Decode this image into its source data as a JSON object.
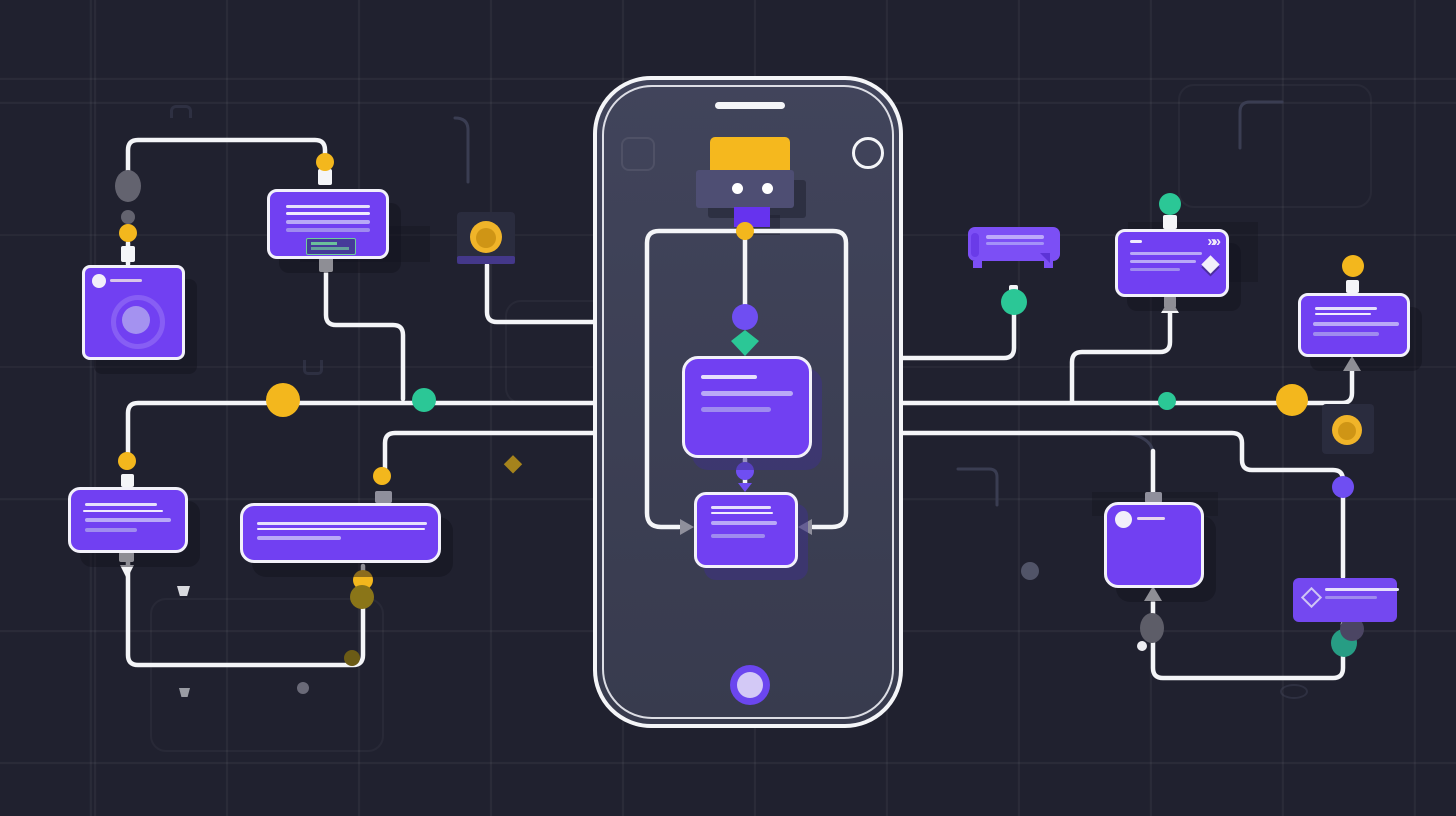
{
  "illustration": {
    "name": "Mobile chatbot automation flowchart illustration",
    "colors": {
      "bg": "#20212F",
      "dim_line": "#3A3D52",
      "line": "#F4F5F8",
      "node_fill": "#7140F2",
      "node_border": "#F2F1FA",
      "flat_node_fill": "#7448F0",
      "yellow": "#F3B71D",
      "olive": "#8A7518",
      "teal": "#2BC796",
      "teal_dark": "#279D84",
      "purple_dot": "#6F4EF2",
      "gray": "#63636F",
      "arrow_gray": "#8F8F9C",
      "phone_fill_top": "#41445B",
      "phone_fill_bottom": "#383B4E",
      "phone_outline": "#F4F5F8",
      "robot_head": "#4E4E73",
      "robot_hat": "#F5B81E",
      "robot_chin": "#6633EE",
      "home_ring": "#6B46EF",
      "home_inner": "#D3C9F6",
      "text_bright": "#E6E0FC",
      "text_mid": "#B9A9F7",
      "text_dim": "#9F8BEF",
      "coin": "#F0B429",
      "coin_dark": "#C98F12",
      "mini_table_green": "#6FCF9B",
      "shadow": "rgba(17,18,28,0.45)"
    },
    "icons": {
      "robot": "chatbot-robot-icon",
      "notch": "phone-speaker-notch",
      "camera": "front-camera-dot",
      "home": "home-button",
      "coin_left": "coin-icon",
      "coin_right": "coin-icon",
      "camera_card": "camera-lens-icon",
      "sofa": "sofa-icon",
      "chevrons": "fast-forward-arrows-icon",
      "diamond_solid": "diamond-icon",
      "diamond_outline": "diamond-outline-icon",
      "avatar_dot": "avatar-dot-icon",
      "mini_table": "mini-data-table"
    },
    "placeholder_text": "all node text is rendered as blank placeholder bars (no legible text in image)"
  }
}
